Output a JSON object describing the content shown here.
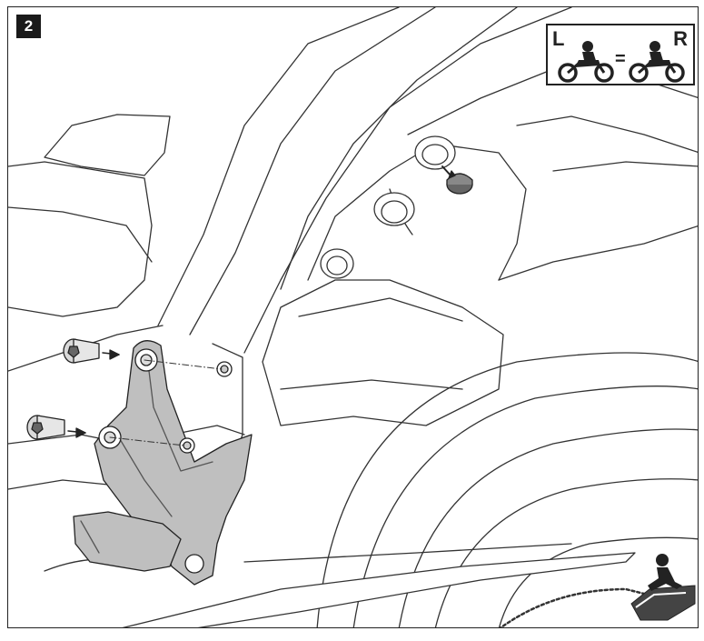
{
  "step_number": "2",
  "side_symbol": {
    "left_label": "L",
    "right_label": "R",
    "equals": "="
  },
  "icons": {
    "step_badge": "step-number-badge",
    "left_bike": "motorcycle-rider-left-icon",
    "right_bike": "motorcycle-rider-right-icon",
    "corner": "rider-on-bike-icon"
  }
}
